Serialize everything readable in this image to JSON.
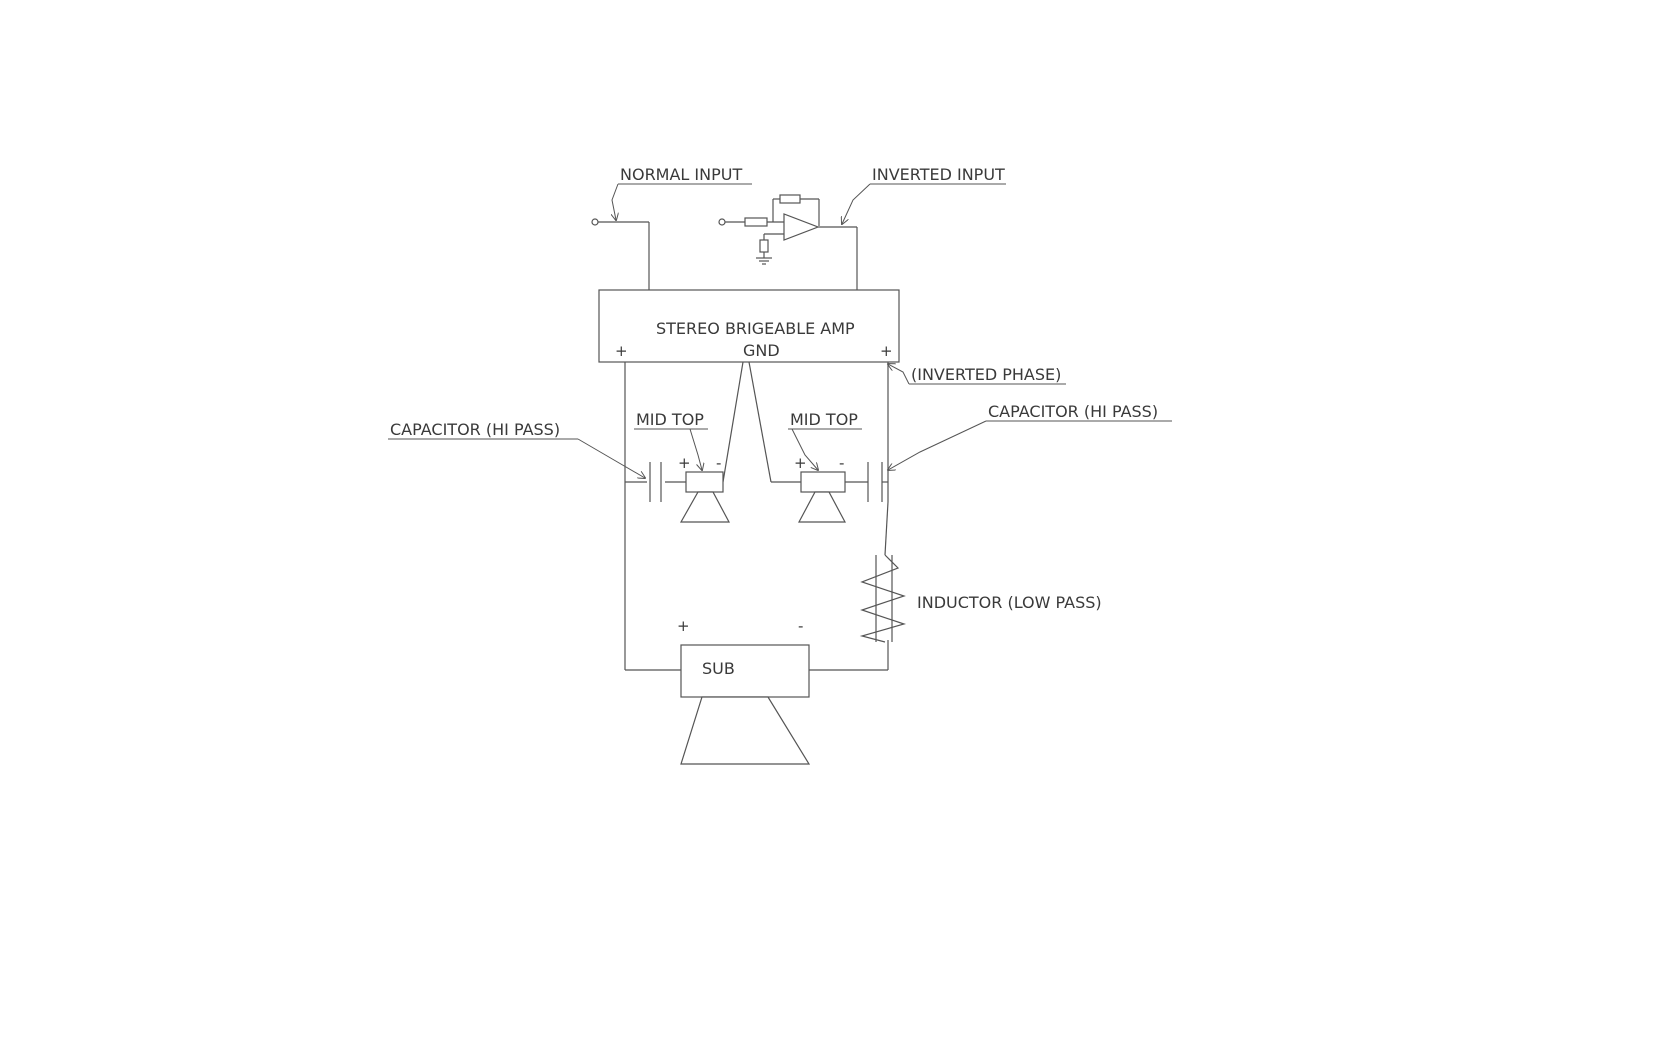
{
  "labels": {
    "normal_input": "NORMAL INPUT",
    "inverted_input": "INVERTED INPUT",
    "amp": "STEREO BRIGEABLE AMP",
    "gnd": "GND",
    "inverted_phase": "(INVERTED PHASE)",
    "capacitor_left": "CAPACITOR (HI PASS)",
    "capacitor_right": "CAPACITOR (HI PASS)",
    "mid_top_left": "MID TOP",
    "mid_top_right": "MID TOP",
    "inductor": "INDUCTOR (LOW PASS)",
    "sub": "SUB"
  },
  "polarity": {
    "amp_left_plus": "+",
    "amp_right_plus": "+",
    "mid_left_plus": "+",
    "mid_left_minus": "-",
    "mid_right_plus": "+",
    "mid_right_minus": "-",
    "sub_plus": "+",
    "sub_minus": "-"
  },
  "colors": {
    "line": "#555555",
    "text": "#3a3a3a",
    "background": "#ffffff"
  }
}
